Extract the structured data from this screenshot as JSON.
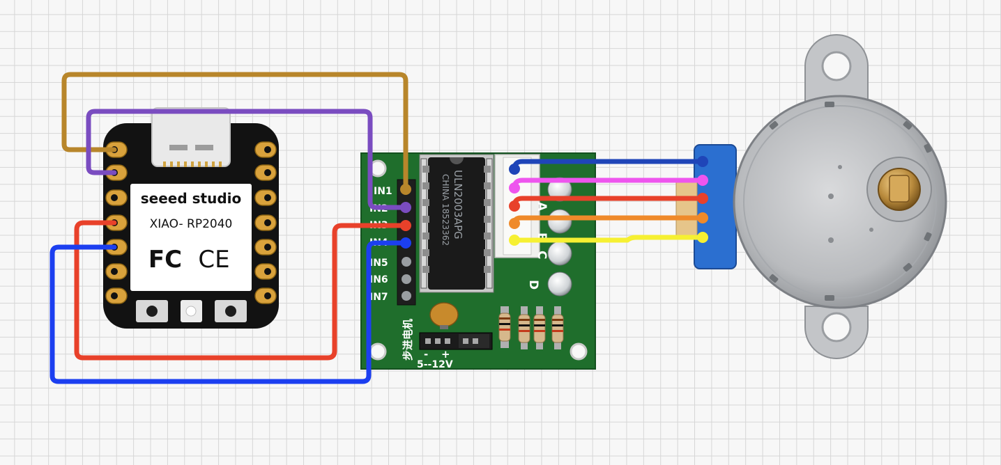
{
  "xiao": {
    "brand": "seeed studio",
    "model": "XIAO- RP2040",
    "fc_mark": "FC",
    "ce_mark": "CE"
  },
  "driver": {
    "chip_text_line1": "CHINA 18523362",
    "chip_text_line2": "ULN2003APG",
    "pins": [
      "IN1",
      "IN2",
      "IN3",
      "IN4",
      "IN5",
      "IN6",
      "IN7"
    ],
    "led_labels": [
      "A",
      "B",
      "C",
      "D"
    ],
    "power_minus": "-",
    "power_plus": "+",
    "power_label": "5--12V",
    "side_label": "步进电机"
  },
  "wires": {
    "gold": "#b8862b",
    "purple": "#7a4cc0",
    "red": "#e8412a",
    "blue": "#1c3ff0",
    "navy": "#1f45b8",
    "pink": "#ee55ee",
    "orange": "#ef8a2a",
    "yellow": "#f6f032"
  }
}
